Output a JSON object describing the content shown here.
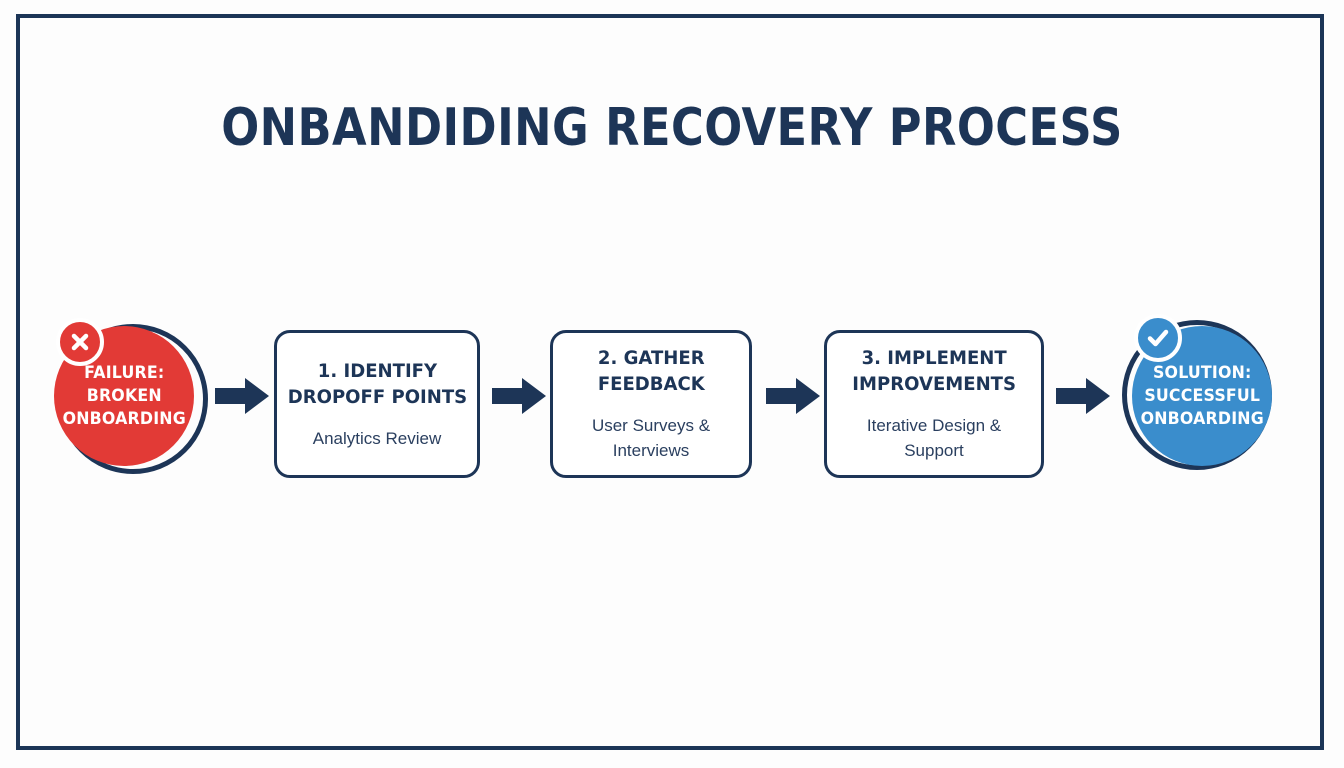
{
  "slide": {
    "title": "ONBANDIDING RECOVERY PROCESS",
    "background_color": "#fdfdfd",
    "frame_color": "#1c3557"
  },
  "colors": {
    "navy": "#1d3557",
    "red": "#e23a36",
    "blue": "#3a8dcc",
    "white": "#ffffff",
    "subtitle_text": "#2a3f5f"
  },
  "flow": {
    "start_node": {
      "label": "FAILURE:\nBROKEN\nONBOARDING",
      "fill_color": "#e23a36",
      "badge_icon": "x-mark-icon"
    },
    "end_node": {
      "label": "SOLUTION:\nSUCCESSFUL\nONBOARDING",
      "fill_color": "#3a8dcc",
      "badge_icon": "check-mark-icon"
    },
    "steps": [
      {
        "title": "1. IDENTIFY\nDROPOFF POINTS",
        "subtitle": "Analytics Review"
      },
      {
        "title": "2. GATHER\nFEEDBACK",
        "subtitle": "User Surveys &\nInterviews"
      },
      {
        "title": "3. IMPLEMENT\nIMPROVEMENTS",
        "subtitle": "Iterative Design &\nSupport"
      }
    ],
    "arrows": [
      {
        "name": "arrow-failure-to-step1"
      },
      {
        "name": "arrow-step1-to-step2"
      },
      {
        "name": "arrow-step2-to-step3"
      },
      {
        "name": "arrow-step3-to-solution"
      }
    ]
  }
}
